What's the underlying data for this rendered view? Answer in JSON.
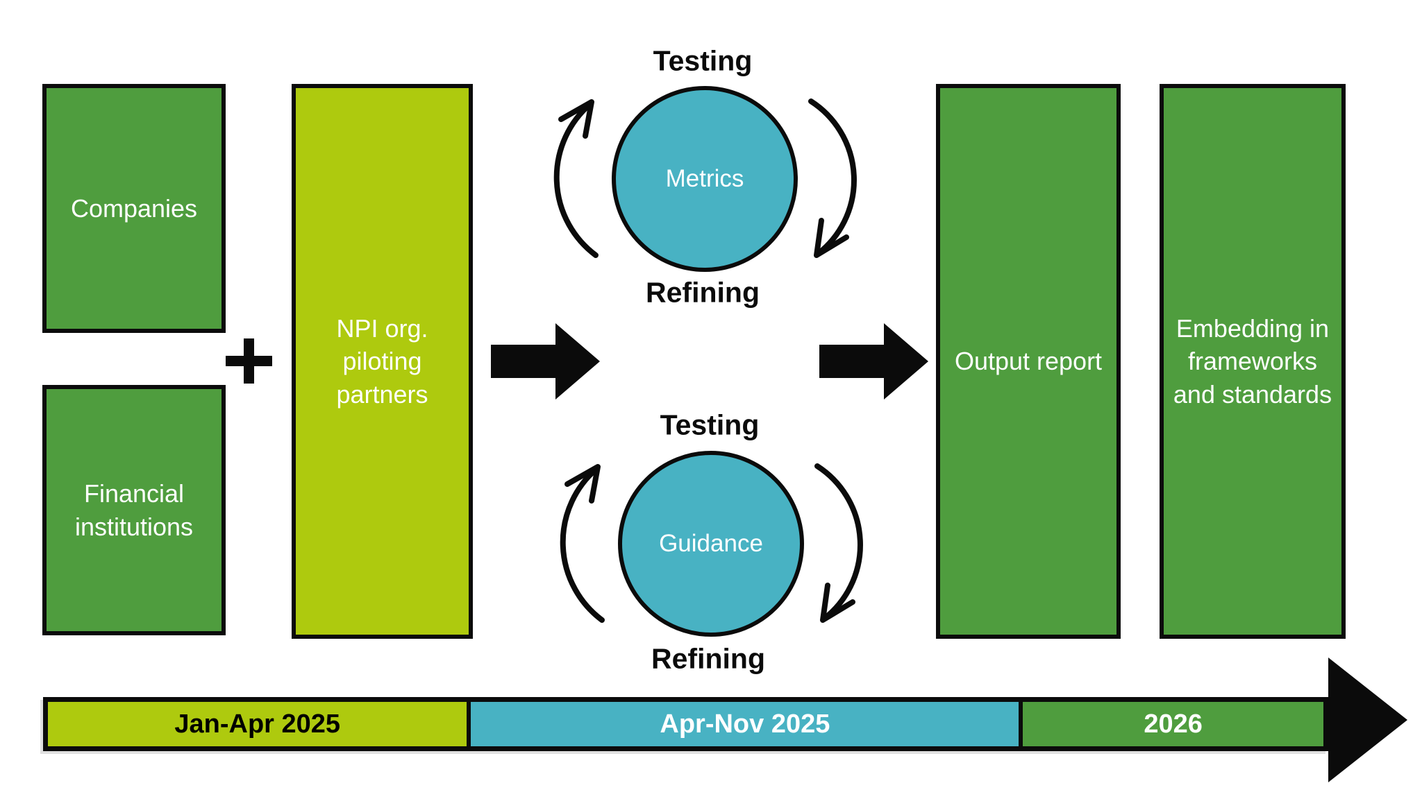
{
  "colors": {
    "green": "#4f9d3e",
    "lime": "#aeca0e",
    "teal": "#48b2c3",
    "black": "#0b0b0b",
    "white": "#ffffff"
  },
  "inputs": {
    "companies": "Companies",
    "financial": "Financial institutions",
    "plus": "+",
    "npi": "NPI org. piloting partners"
  },
  "cycles": [
    {
      "top": "Testing",
      "center": "Metrics",
      "bottom": "Refining"
    },
    {
      "top": "Testing",
      "center": "Guidance",
      "bottom": "Refining"
    }
  ],
  "outputs": {
    "output_report": "Output report",
    "embedding": "Embedding in frameworks and standards"
  },
  "timeline": {
    "segments": [
      {
        "label": "Jan-Apr 2025",
        "color": "#aeca0e",
        "text": "#000000"
      },
      {
        "label": "Apr-Nov 2025",
        "color": "#48b2c3",
        "text": "#ffffff"
      },
      {
        "label": "2026",
        "color": "#4f9d3e",
        "text": "#ffffff"
      }
    ]
  }
}
